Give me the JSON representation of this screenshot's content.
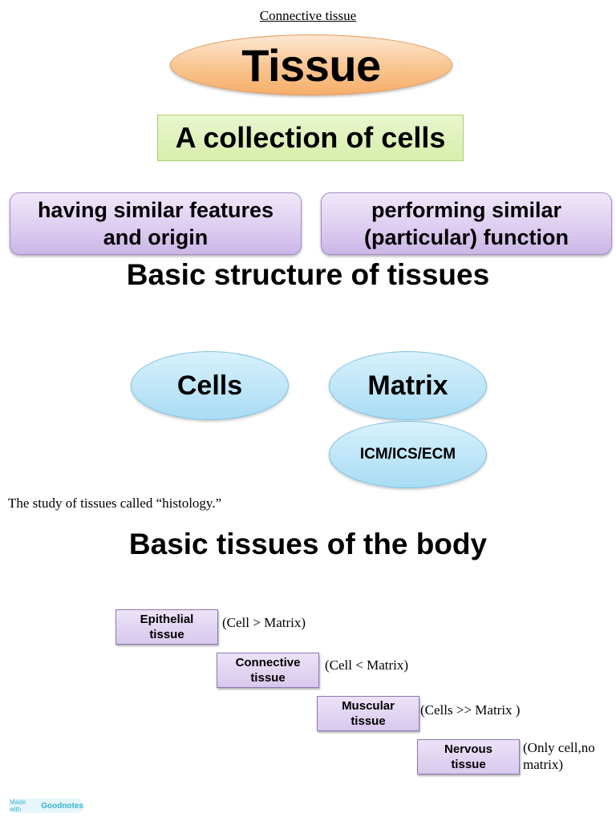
{
  "header": "Connective tissue",
  "concept": {
    "title": "Tissue",
    "definition": "A collection of cells",
    "qualifiers": [
      "having similar features and origin",
      "performing similar (particular) function"
    ]
  },
  "structure": {
    "heading": "Basic structure of tissues",
    "cells": "Cells",
    "matrix": "Matrix",
    "matrix_alias": "ICM/ICS/ECM"
  },
  "note": "The study of tissues  called “histology.”",
  "basic_tissues": {
    "heading": "Basic tissues of the body",
    "items": [
      {
        "name": "Epithelial tissue",
        "ratio": "(Cell > Matrix)"
      },
      {
        "name": "Connective tissue",
        "ratio": "(Cell < Matrix)"
      },
      {
        "name": "Muscular tissue",
        "ratio": "(Cells >> Matrix )"
      },
      {
        "name": "Nervous tissue",
        "ratio": "(Only cell,no matrix)"
      }
    ]
  },
  "badge": {
    "prefix": "Made with",
    "brand": "Goodnotes"
  },
  "colors": {
    "title_oval": "#f9c48f",
    "definition_box": "#d7eeaa",
    "qualifier_boxes": "#dccbf0",
    "structure_ovals": "#a9dcf4",
    "tissue_boxes": "#d8c8ee"
  }
}
